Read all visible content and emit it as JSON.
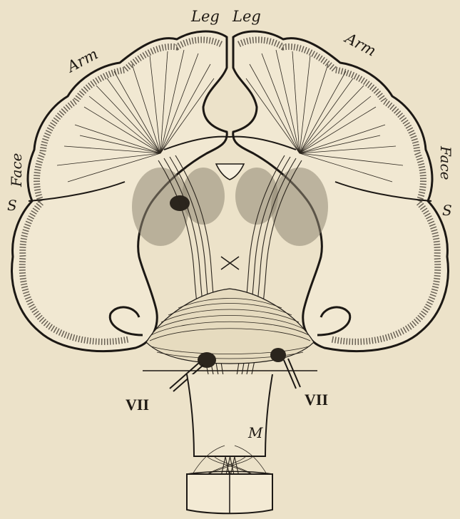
{
  "labels": {
    "leg_left": "Leg",
    "leg_right": "Leg",
    "arm_left": "Arm",
    "arm_right": "Arm",
    "face_left": "Face",
    "face_right": "Face",
    "s_left": "S",
    "s_right": "S",
    "vii_left": "VII",
    "vii_right": "VII",
    "m": "M"
  },
  "colors": {
    "paper": "#ece2c9",
    "ink": "#1f1a14"
  }
}
